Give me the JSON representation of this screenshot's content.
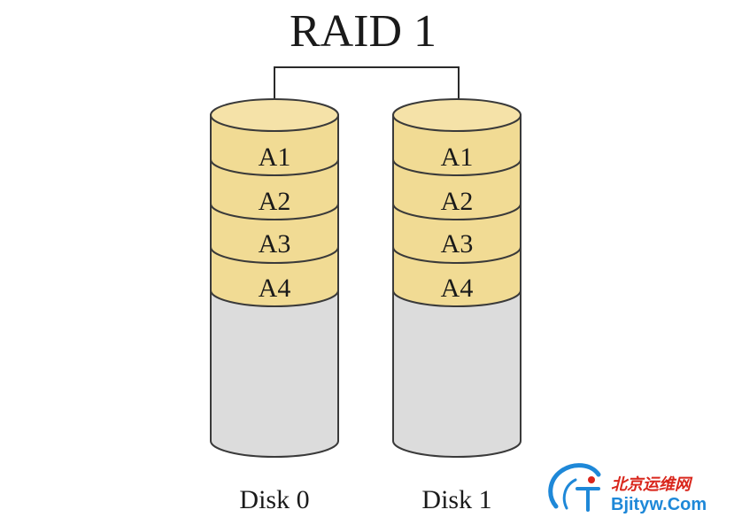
{
  "title": "RAID 1",
  "disks": [
    {
      "label": "Disk 0",
      "blocks": [
        "A1",
        "A2",
        "A3",
        "A4"
      ]
    },
    {
      "label": "Disk 1",
      "blocks": [
        "A1",
        "A2",
        "A3",
        "A4"
      ]
    }
  ],
  "colors": {
    "block_fill": "#f1db94",
    "block_top": "#f5e2a8",
    "empty_fill": "#dcdcdc",
    "outline": "#3a3a3a",
    "watermark_red": "#d9261c",
    "watermark_blue": "#1e88d8"
  },
  "watermark": {
    "cn": "北京运维网",
    "en": "Bjityw.Com"
  }
}
